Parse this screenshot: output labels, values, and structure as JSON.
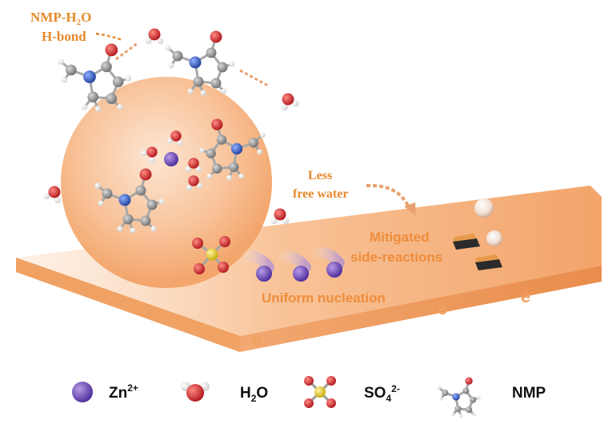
{
  "labels": {
    "hbond_line1": "NMP-H",
    "hbond_line1_sub": "2",
    "hbond_line1_tail": "O",
    "hbond_line2": "H-bond",
    "less_water_line1": "Less",
    "less_water_line2": "free water",
    "mitigated_line1": "Mitigated",
    "mitigated_line2": "side-reactions",
    "uniform": "Uniform nucleation",
    "electron": "e",
    "electron_sup": "-"
  },
  "legend": {
    "zn": "Zn",
    "zn_sup": "2+",
    "h2o_pre": "H",
    "h2o_sub": "2",
    "h2o_post": "O",
    "so4": "SO",
    "so4_sub": "4",
    "so4_sup": "2-",
    "nmp": "NMP"
  },
  "colors": {
    "orange_text": "#e58a2c",
    "zinc": "#6a3fb5",
    "oxygen": "#d9262b",
    "sulfur": "#e6d21a",
    "carbon": "#8a8a8a",
    "nitrogen": "#2f5fc4",
    "substrate": "#f2a96a"
  }
}
